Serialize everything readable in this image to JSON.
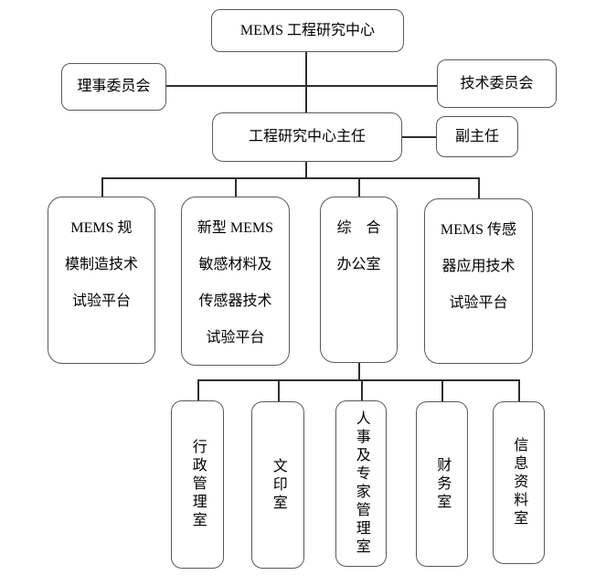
{
  "diagram": {
    "root": {
      "label": "MEMS 工程研究中心"
    },
    "board_committee": {
      "label": "理事委员会"
    },
    "tech_committee": {
      "label": "技术委员会"
    },
    "director": {
      "label": "工程研究中心主任"
    },
    "deputy_director": {
      "label": "副主任"
    },
    "platforms": [
      {
        "label": "MEMS 规\n模制造技术\n试验平台"
      },
      {
        "label": "新型 MEMS\n敏感材料及\n传感器技术\n试验平台"
      },
      {
        "label": "综　合\n办公室"
      },
      {
        "label": "MEMS 传感\n器应用技术\n试验平台"
      }
    ],
    "offices": [
      {
        "label": "行政管理室"
      },
      {
        "label": "文印室"
      },
      {
        "label": "人事及专家管理室"
      },
      {
        "label": "财务室"
      },
      {
        "label": "信息资料室"
      }
    ]
  },
  "colors": {
    "background": "#ffffff",
    "box_border": "#595959",
    "connector": "#2e2e2e",
    "text": "#000000"
  }
}
